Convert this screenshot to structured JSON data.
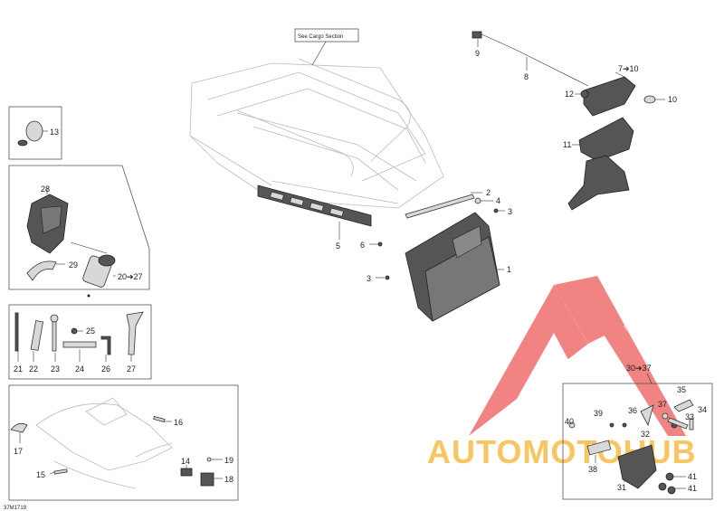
{
  "diagram_code": "37M1719",
  "callout_box": "See Cargo Section",
  "watermark": "AUTOMOTOHUB",
  "colors": {
    "watermark_red": "#ee5a5a",
    "watermark_orange": "#f7b73c",
    "part_dark": "#555555",
    "part_light": "#d8d8d8"
  },
  "labels": {
    "p1": "1",
    "p2": "2",
    "p3a": "3",
    "p3b": "3",
    "p4": "4",
    "p5": "5",
    "p6": "6",
    "p7": "7➔10",
    "p8": "8",
    "p9": "9",
    "p10": "10",
    "p11": "11",
    "p12": "12",
    "p13": "13",
    "p14": "14",
    "p15": "15",
    "p16": "16",
    "p17": "17",
    "p18": "18",
    "p19": "19",
    "p20": "20➔27",
    "p21": "21",
    "p22": "22",
    "p23": "23",
    "p24": "24",
    "p25": "25",
    "p26": "26",
    "p27": "27",
    "p28": "28",
    "p29": "29",
    "p30": "30➔37",
    "p31": "31",
    "p32": "32",
    "p33": "33",
    "p34": "34",
    "p35": "35",
    "p36": "36",
    "p37": "37",
    "p38": "38",
    "p39": "39",
    "p40": "40",
    "p41a": "41",
    "p41b": "41"
  }
}
